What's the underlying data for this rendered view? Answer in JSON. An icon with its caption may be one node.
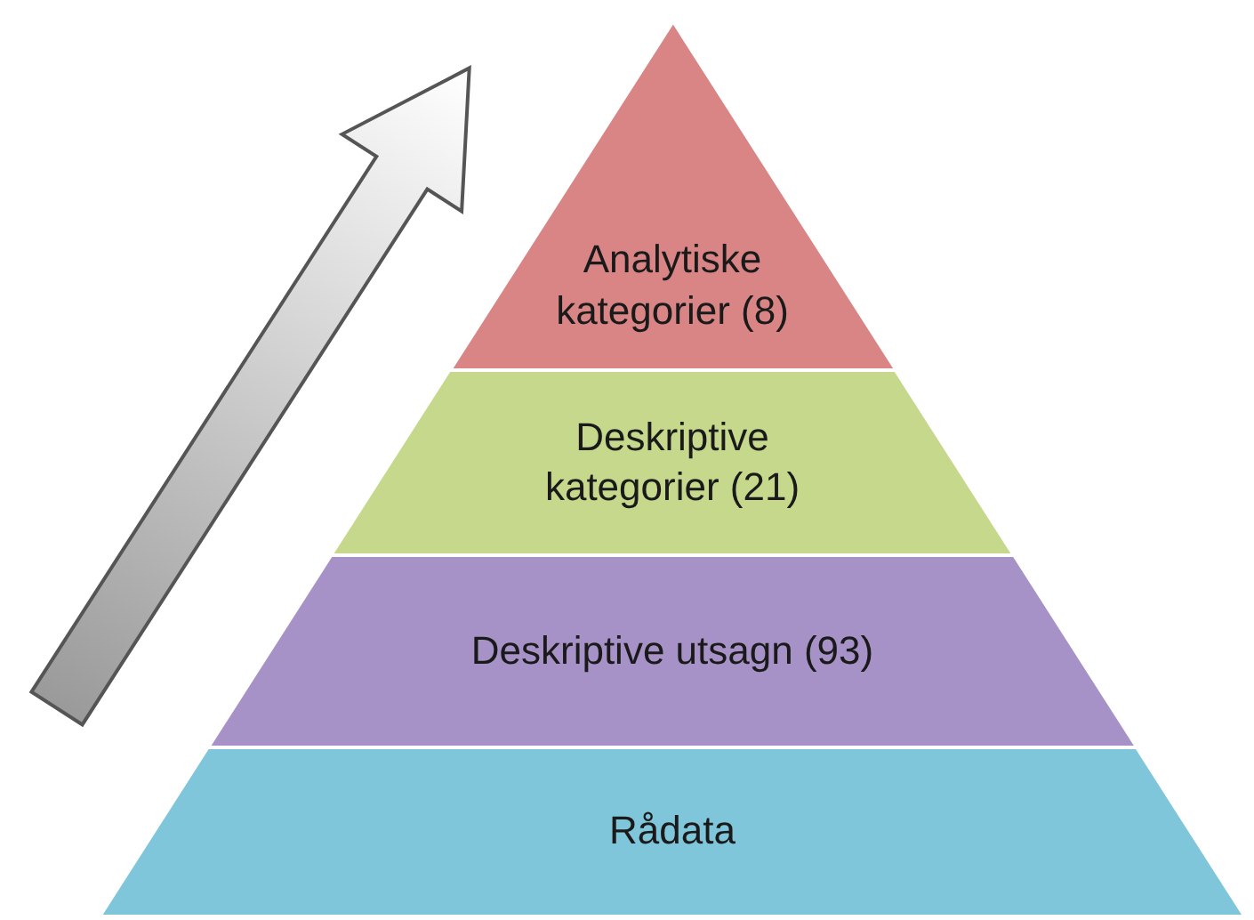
{
  "diagram": {
    "nodes": [
      {
        "text": [
          "Analytiske kategorier (8)"
        ]
      },
      {
        "text": [
          "Deskriptive kategorier (21)"
        ]
      },
      {
        "text": [
          "Deskriptive utsagn (93)"
        ]
      },
      {
        "text": [
          "Rådata"
        ]
      }
    ]
  }
}
